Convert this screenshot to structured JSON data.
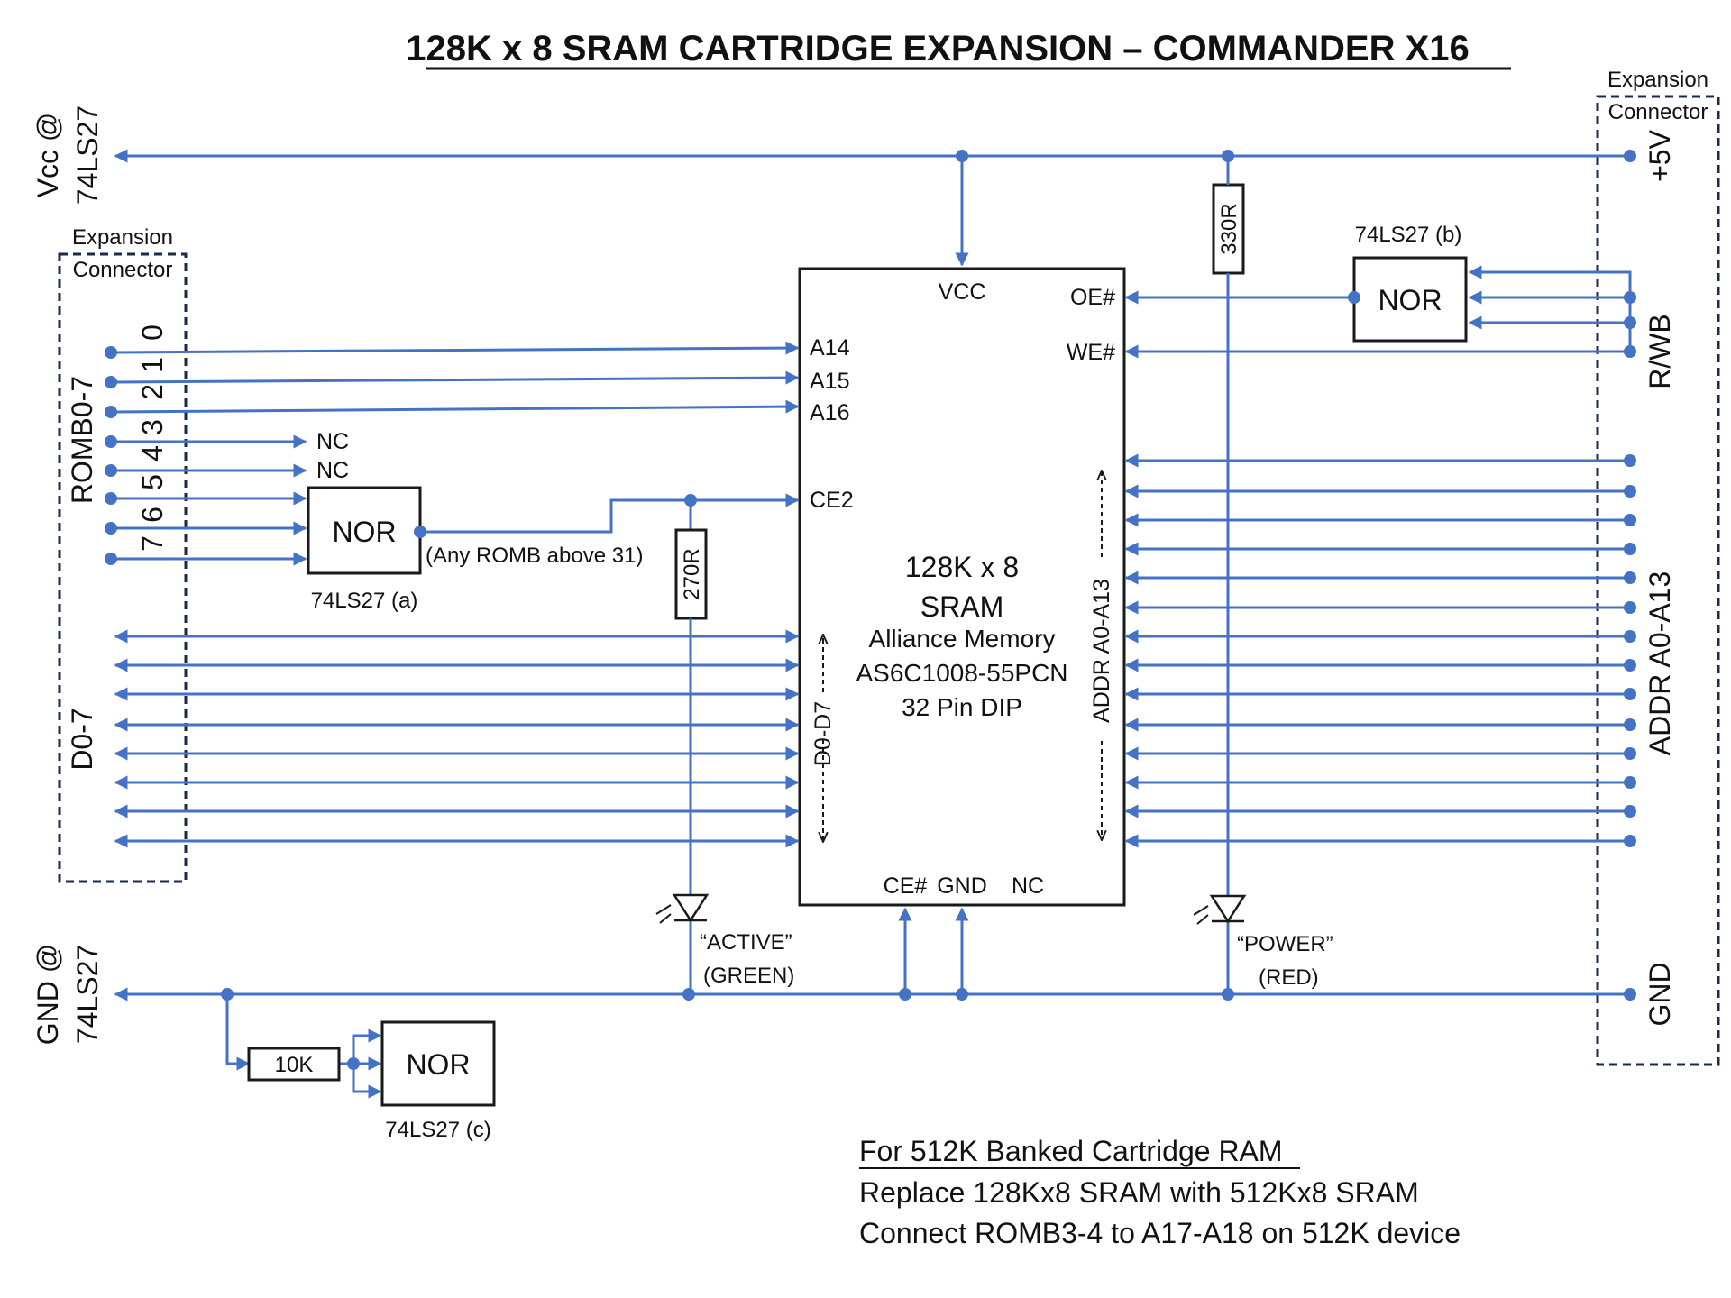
{
  "title": "128K x 8 SRAM CARTRIDGE EXPANSION – COMMANDER X16",
  "left_connector": {
    "label_line1": "Expansion",
    "label_line2": "Connector"
  },
  "right_connector": {
    "label_line1": "Expansion",
    "label_line2": "Connector"
  },
  "vcc_label": {
    "line1": "Vcc @",
    "line2": "74LS27"
  },
  "gnd_label_left": {
    "line1": "GND @",
    "line2": "74LS27"
  },
  "romb_label": "ROMB0-7",
  "romb_digits": [
    "0",
    "1",
    "2",
    "3",
    "4",
    "5",
    "6",
    "7"
  ],
  "d_label": "D0-7",
  "right_labels": {
    "plus5v": "+5V",
    "rwb": "R/WB",
    "addr": "ADDR A0-A13",
    "gnd": "GND"
  },
  "nc_labels": [
    "NC",
    "NC"
  ],
  "nor_a": {
    "label": "NOR",
    "part": "74LS27 (a)",
    "note": "(Any ROMB above 31)"
  },
  "nor_b": {
    "label": "NOR",
    "part": "74LS27 (b)"
  },
  "nor_c": {
    "label": "NOR",
    "part": "74LS27 (c)"
  },
  "resistors": {
    "r270": "270R",
    "r330": "330R",
    "r10k": "10K"
  },
  "sram": {
    "line1": "128K x 8",
    "line2": "SRAM",
    "line3": "Alliance Memory",
    "line4": "AS6C1008-55PCN",
    "line5": "32 Pin DIP",
    "pin_vcc": "VCC",
    "pin_a14": "A14",
    "pin_a15": "A15",
    "pin_a16": "A16",
    "pin_ce2": "CE2",
    "pin_oe": "OE#",
    "pin_we": "WE#",
    "pin_ce": "CE#",
    "pin_gnd": "GND",
    "pin_nc": "NC",
    "bus_d": "D0-D7",
    "bus_addr": "ADDR A0-A13"
  },
  "led_active": {
    "line1": "“ACTIVE”",
    "line2": "(GREEN)"
  },
  "led_power": {
    "line1": "“POWER”",
    "line2": "(RED)"
  },
  "note": {
    "heading": "For 512K Banked Cartridge RAM",
    "line1": "Replace 128Kx8 SRAM with 512Kx8 SRAM",
    "line2": "Connect ROMB3-4 to A17-A18 on 512K device"
  },
  "colors": {
    "wire": "#4472c4",
    "outline": "#1a1a1a"
  }
}
